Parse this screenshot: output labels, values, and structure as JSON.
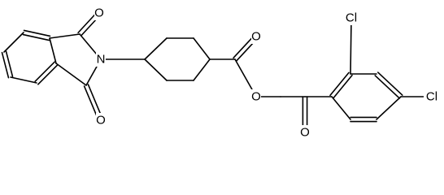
{
  "structure": {
    "atom_labels": {
      "o_imide_top": "O",
      "n_imide": "N",
      "o_imide_bottom": "O",
      "o_ester_carbonyl": "O",
      "o_ester_ether": "O",
      "o_ketone": "O",
      "cl_ortho": "Cl",
      "cl_para": "Cl"
    },
    "colors": {
      "bond": "#000000",
      "label": "#000000",
      "background": "#ffffff"
    }
  }
}
